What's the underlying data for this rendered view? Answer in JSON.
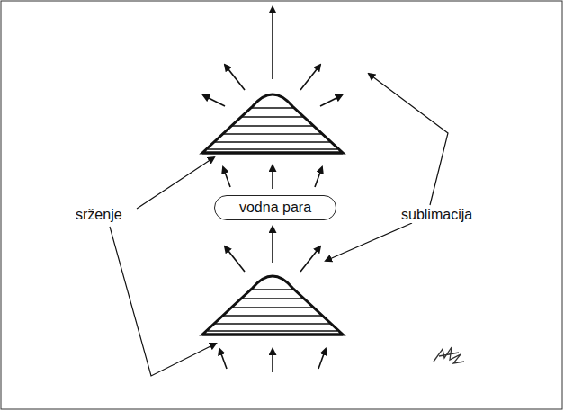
{
  "diagram": {
    "nodes": [
      {
        "text": [
          "vodna para"
        ]
      }
    ],
    "labels": [
      "srženje",
      "sublimacija"
    ]
  }
}
